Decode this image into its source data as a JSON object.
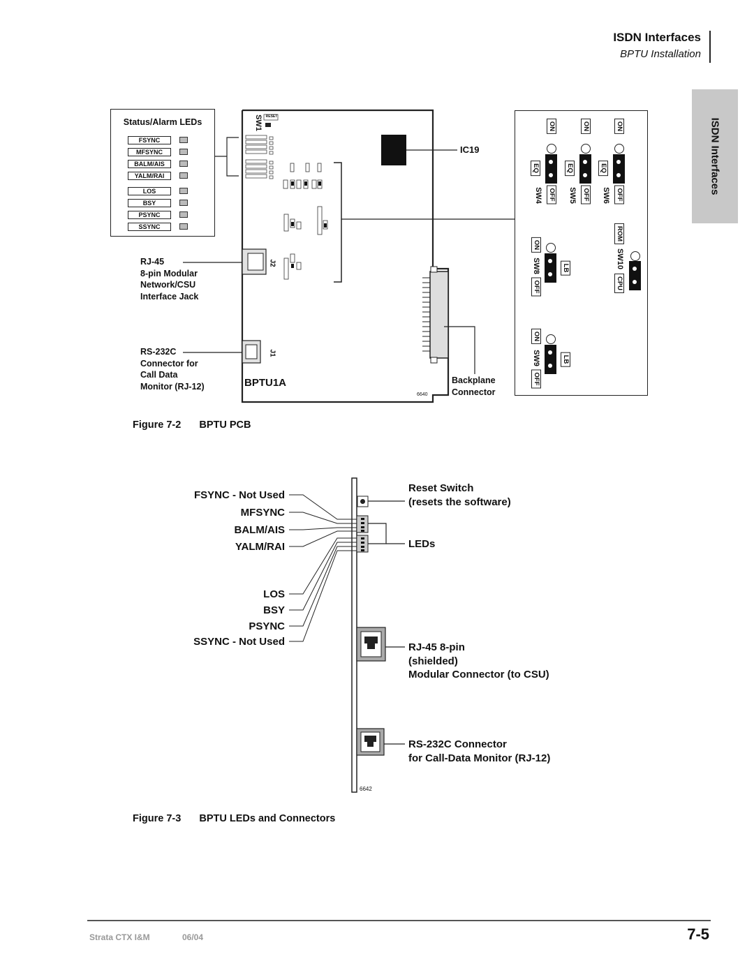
{
  "header": {
    "title": "ISDN Interfaces",
    "subtitle": "BPTU Installation"
  },
  "tab": {
    "label": "ISDN Interfaces"
  },
  "fig2": {
    "status_title": "Status/Alarm LEDs",
    "leds": [
      "FSYNC",
      "MFSYNC",
      "BALM/AIS",
      "YALM/RAI",
      "LOS",
      "BSY",
      "PSYNC",
      "SSYNC"
    ],
    "rj45": [
      "RJ-45",
      "8-pin Modular",
      "Network/CSU",
      "Interface Jack"
    ],
    "rs232": [
      "RS-232C",
      "Connector for",
      "Call Data",
      "Monitor (RJ-12)"
    ],
    "board_name": "BPTU1A",
    "sw1": "SW1",
    "reset": "RESET",
    "ic19": "IC19",
    "j1": "J1",
    "j2": "J2",
    "backplane": [
      "Backplane",
      "Connector"
    ],
    "art_id": "6640",
    "switch_panel": {
      "on": "ON",
      "off": "OFF",
      "eq": "EQ",
      "lb": "LB",
      "rom": "ROM",
      "cpu": "CPU",
      "sw4": "SW4",
      "sw5": "SW5",
      "sw6": "SW6",
      "sw8": "SW8",
      "sw9": "SW9",
      "sw10": "SW10"
    },
    "caption_num": "Figure 7-2",
    "caption_text": "BPTU PCB"
  },
  "fig3": {
    "left_labels": [
      "FSYNC - Not Used",
      "MFSYNC",
      "BALM/AIS",
      "YALM/RAI",
      "LOS",
      "BSY",
      "PSYNC",
      "SSYNC - Not Used"
    ],
    "reset": [
      "Reset Switch",
      "(resets the software)"
    ],
    "leds": "LEDs",
    "rj45": [
      "RJ-45 8-pin",
      "(shielded)",
      "Modular Connector (to CSU)"
    ],
    "rs232": [
      "RS-232C Connector",
      "for Call-Data Monitor (RJ-12)"
    ],
    "art_id": "6642",
    "caption_num": "Figure 7-3",
    "caption_text": "BPTU LEDs and Connectors"
  },
  "footer": {
    "doc": "Strata CTX I&M",
    "date": "06/04",
    "page": "7-5"
  }
}
